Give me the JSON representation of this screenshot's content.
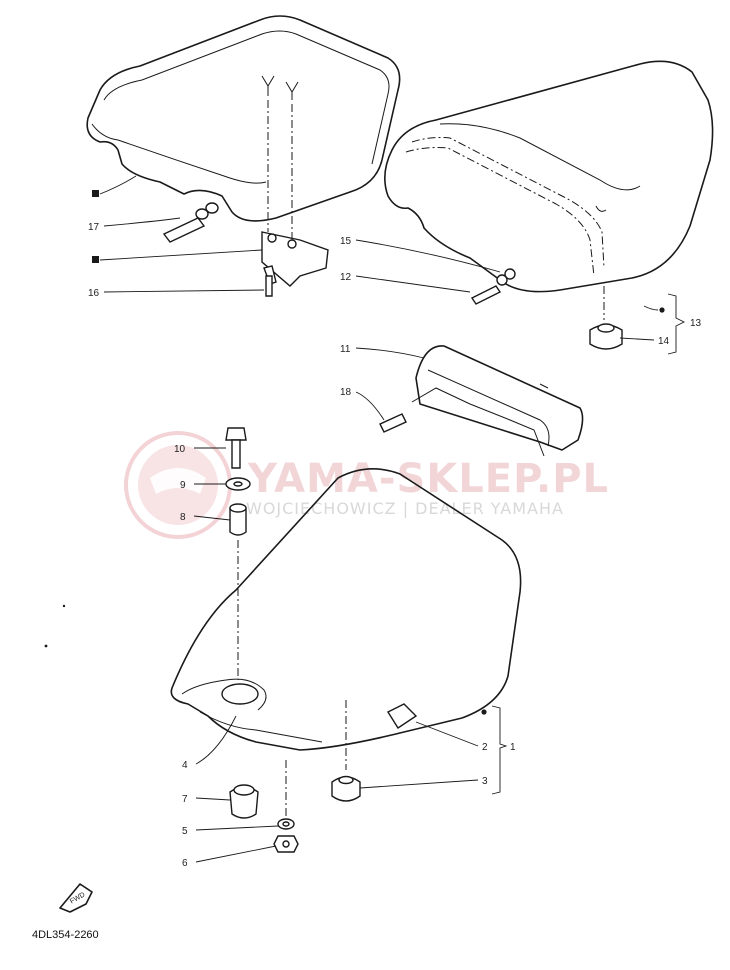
{
  "diagram_code": "4DL354-2260",
  "watermark": {
    "title": "YAMA-SKLEP.PL",
    "subtitle": "WOJCIECHOWICZ | DEALER YAMAHA"
  },
  "direction_label": "FWD",
  "callouts": {
    "c1": "1",
    "c2": "2",
    "c3": "3",
    "c4": "4",
    "c5": "5",
    "c6": "6",
    "c7": "7",
    "c8": "8",
    "c9": "9",
    "c10": "10",
    "c11": "11",
    "c12": "12",
    "c13": "13",
    "c14": "14",
    "c15": "15",
    "c16": "16",
    "c17": "17",
    "c18": "18"
  },
  "colors": {
    "ink": "#1a1a1a",
    "paper": "#ffffff",
    "watermark_red": "#e6b4b8"
  }
}
